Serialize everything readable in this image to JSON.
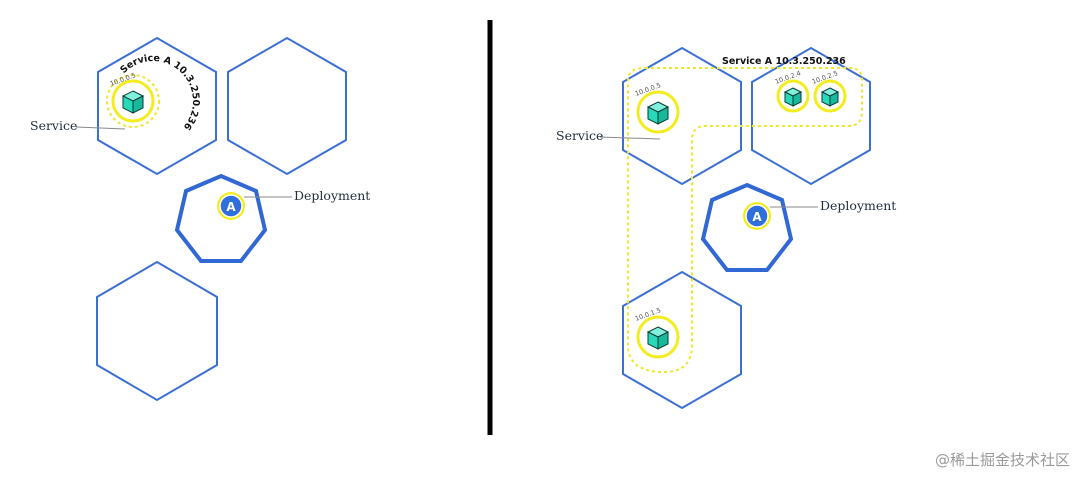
{
  "left_panel": {
    "service_label": "Service",
    "deployment_label": "Deployment",
    "service_title": "Service A 10.3.250.236",
    "pod_ip": "10.0.0.5",
    "deployment_icon_letter": "A"
  },
  "right_panel": {
    "service_label": "Service",
    "deployment_label": "Deployment",
    "service_title": "Service A 10.3.250.236",
    "pod_ips": [
      "10.0.0.5",
      "10.0.2.4",
      "10.0.2.5",
      "10.0.1.5"
    ],
    "deployment_icon_letter": "A"
  },
  "watermark": "@稀土掘金技术社区",
  "colors": {
    "node_border": "#3c6fd6",
    "deployment_border": "#3268d4",
    "service_yellow": "#f3ec1f",
    "pod_fill": "#2fe0c2",
    "divider": "#000000"
  }
}
